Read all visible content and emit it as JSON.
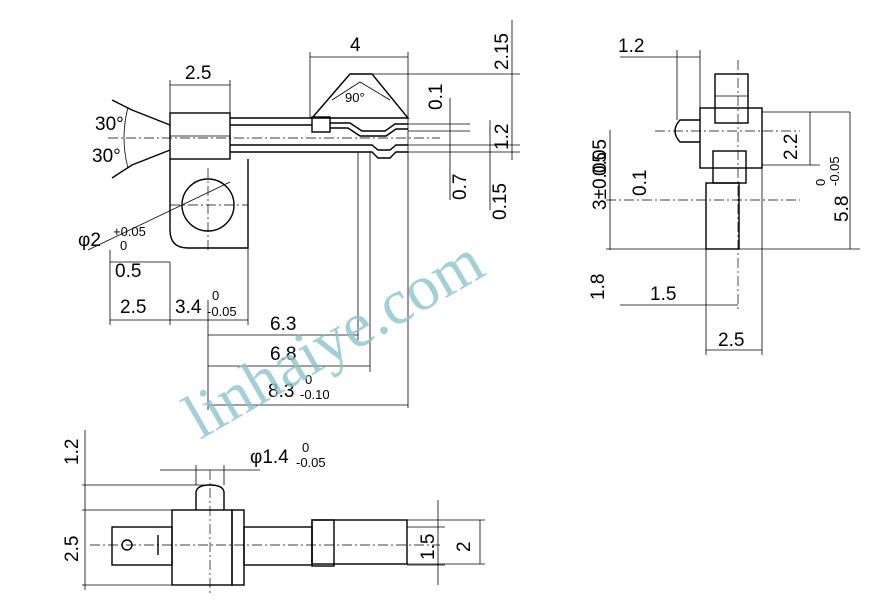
{
  "side_view": {
    "dims": {
      "width_top": "4",
      "depth_head": "2.5",
      "angle_upper": "30°",
      "angle_lower": "30°",
      "tip_angle": "90°",
      "height_total": "2.15",
      "gap_top": "0.1",
      "lead_gap": "1.2",
      "offset_a": "0.7",
      "offset_b": "0.15",
      "hole_dia": "φ2",
      "hole_tol_upper": "+0.05",
      "hole_tol_lower": "0",
      "edge": "0.5",
      "left_len": "2.5",
      "tab_len": "3.4",
      "tab_tol_upper": "0",
      "tab_tol_lower": "-0.05",
      "len_a": "6.3",
      "len_b": "6.8",
      "len_total": "8.3",
      "total_tol_upper": "0",
      "total_tol_lower": "-0.10"
    }
  },
  "end_view": {
    "dims": {
      "pin_offset": "1.2",
      "pin_height": "2.2",
      "pin_dia": "0.1",
      "tol": "0.05",
      "center_h": "3±0.05",
      "height": "5.8",
      "height_tol_upper": "0",
      "height_tol_lower": "-0.05",
      "base": "1.8",
      "lead_w": "1.5",
      "width": "2.5"
    }
  },
  "top_view": {
    "dims": {
      "pin_h": "1.2",
      "pin_dia": "φ1.4",
      "pin_tol_upper": "0",
      "pin_tol_lower": "-0.05",
      "body_h": "2.5",
      "lead_h": "1.5",
      "end_h": "2"
    }
  },
  "watermark": "linhaiye.com"
}
